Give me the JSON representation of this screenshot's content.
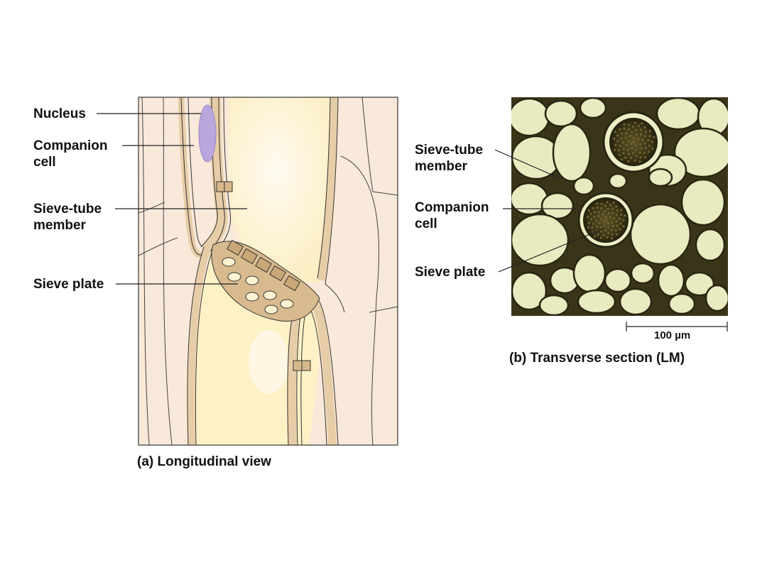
{
  "panel_a": {
    "caption": "(a) Longitudinal view",
    "labels": {
      "nucleus": "Nucleus",
      "companion_line1": "Companion",
      "companion_line2": "cell",
      "sieve_tube_line1": "Sieve-tube",
      "sieve_tube_line2": "member",
      "sieve_plate": "Sieve plate"
    },
    "colors": {
      "tissue": "#f9e9d9",
      "tube_interior": "#fdf3cf",
      "wall": "#e9cfa9",
      "plate": "#d8b98e",
      "nucleus": "#b9a6dc"
    }
  },
  "panel_b": {
    "caption": "(b) Transverse section (LM)",
    "labels": {
      "sieve_tube_line1": "Sieve-tube",
      "sieve_tube_line2": "member",
      "companion_line1": "Companion",
      "companion_line2": "cell",
      "sieve_plate": "Sieve plate"
    },
    "scale_bar": "100 µm",
    "colors": {
      "cell": "#e9ebc0",
      "wall": "#2a2612",
      "plate": "#3b3418"
    }
  }
}
